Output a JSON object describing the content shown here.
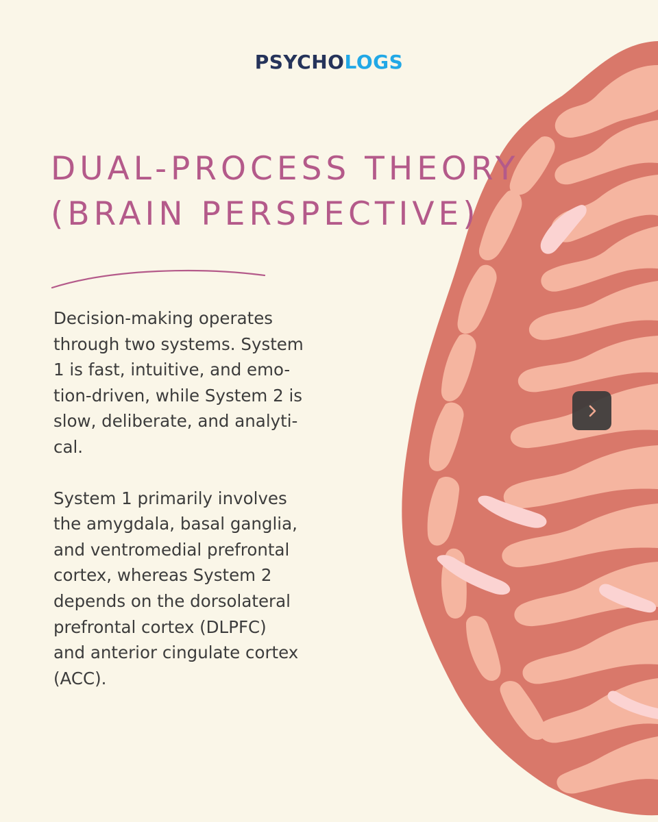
{
  "logo": {
    "part1": "PSYCHO",
    "part2": "LOGS"
  },
  "title": {
    "line1": "DUAL-PROCESS THEORY",
    "line2": "(BRAIN PERSPECTIVE)"
  },
  "paragraph1": [
    "Decision-making operates",
    "through two systems. System",
    "1 is fast, intuitive, and emo-",
    "tion-driven, while System 2 is",
    "slow, deliberate, and analyti-",
    "cal."
  ],
  "paragraph2": [
    "System 1 primarily involves",
    "the amygdala, basal ganglia,",
    "and ventromedial prefrontal",
    "cortex, whereas System 2",
    "depends on the dorsolateral",
    "prefrontal cortex (DLPFC)",
    "and anterior cingulate cortex",
    "(ACC)."
  ],
  "navigation": {
    "next_icon": "chevron-right-icon"
  },
  "colors": {
    "background": "#faf6e8",
    "title": "#b45a8a",
    "logo_dark": "#25335a",
    "logo_light": "#22a8e6",
    "brain_dark": "#d9786a",
    "brain_light": "#f5b5a0",
    "brain_highlight": "#fbd3d2",
    "body_text": "#3c3c3c"
  }
}
